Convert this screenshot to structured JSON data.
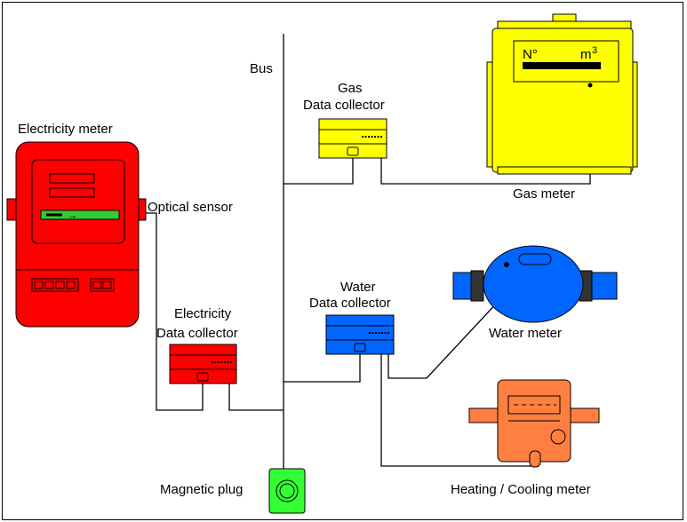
{
  "labels": {
    "bus": "Bus",
    "electricity_meter": "Electricity meter",
    "optical_sensor": "Optical sensor",
    "electricity_collector_line1": "Electricity",
    "electricity_collector_line2": "Data collector",
    "gas_collector_line1": "Gas",
    "gas_collector_line2": "Data collector",
    "gas_meter": "Gas meter",
    "gas_meter_face_left": "N°",
    "gas_meter_face_right": "m",
    "gas_meter_face_exp": "3",
    "water_collector_line1": "Water",
    "water_collector_line2": "Data collector",
    "water_meter": "Water meter",
    "heating_meter": "Heating / Cooling meter",
    "magnetic_plug": "Magnetic plug"
  },
  "colors": {
    "electricity": "#ff0000",
    "gas": "#ffff00",
    "water": "#0066ff",
    "heating": "#ff7f40",
    "plug": "#33ff33",
    "sensor": "#33cc33"
  }
}
